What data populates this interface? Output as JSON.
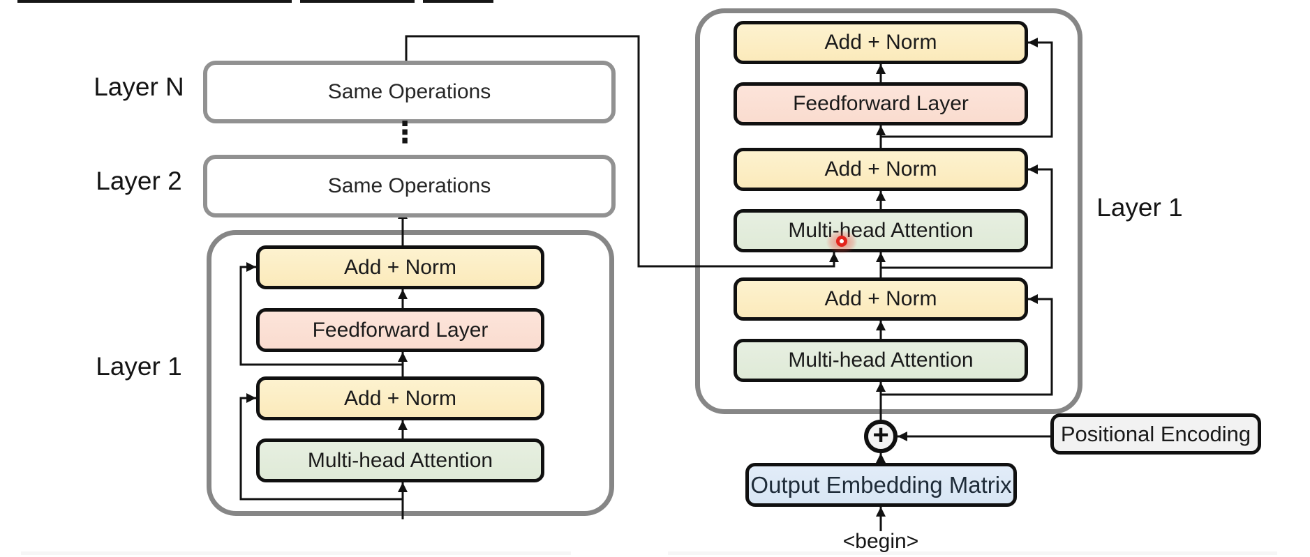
{
  "title": "Transformer Encoder-Decoder Diagram",
  "encoder": {
    "row_labels": [
      "Layer N",
      "Layer 2"
    ],
    "same_operations_boxes": [
      "Same Operations",
      "Same Operations"
    ],
    "ellipsis": "⋮",
    "layer_label": "Layer 1",
    "blocks": [
      {
        "id": "enc-add-norm-top",
        "label": "Add + Norm",
        "type": "add_norm"
      },
      {
        "id": "enc-feedforward",
        "label": "Feedforward Layer",
        "type": "feedforward"
      },
      {
        "id": "enc-add-norm-bottom",
        "label": "Add + Norm",
        "type": "add_norm"
      },
      {
        "id": "enc-multi-head-attention",
        "label": "Multi-head Attention",
        "type": "attention"
      }
    ]
  },
  "decoder": {
    "layer_label": "Layer 1",
    "blocks": [
      {
        "id": "dec-add-norm-top",
        "label": "Add + Norm",
        "type": "add_norm"
      },
      {
        "id": "dec-feedforward",
        "label": "Feedforward Layer",
        "type": "feedforward"
      },
      {
        "id": "dec-add-norm-middle",
        "label": "Add + Norm",
        "type": "add_norm"
      },
      {
        "id": "dec-cross-attention",
        "label": "Multi-head Attention",
        "type": "attention"
      },
      {
        "id": "dec-add-norm-bottom",
        "label": "Add + Norm",
        "type": "add_norm"
      },
      {
        "id": "dec-self-attention",
        "label": "Multi-head Attention",
        "type": "attention"
      }
    ]
  },
  "io": {
    "plus_symbol": "+",
    "positional_encoding_label": "Positional Encoding",
    "output_embedding_label": "Output Embedding Matrix",
    "begin_token": "<begin>"
  },
  "colors": {
    "add_norm_fill": "#fbeabb",
    "feedforward_fill": "#fadccf",
    "attention_fill": "#dfead7",
    "embedding_fill": "#d8e6f4",
    "io_box_fill": "#f2f2f2",
    "container_border": "#868686",
    "box_border": "#101010",
    "wire": "#111111",
    "cursor_red": "#e3241c"
  }
}
